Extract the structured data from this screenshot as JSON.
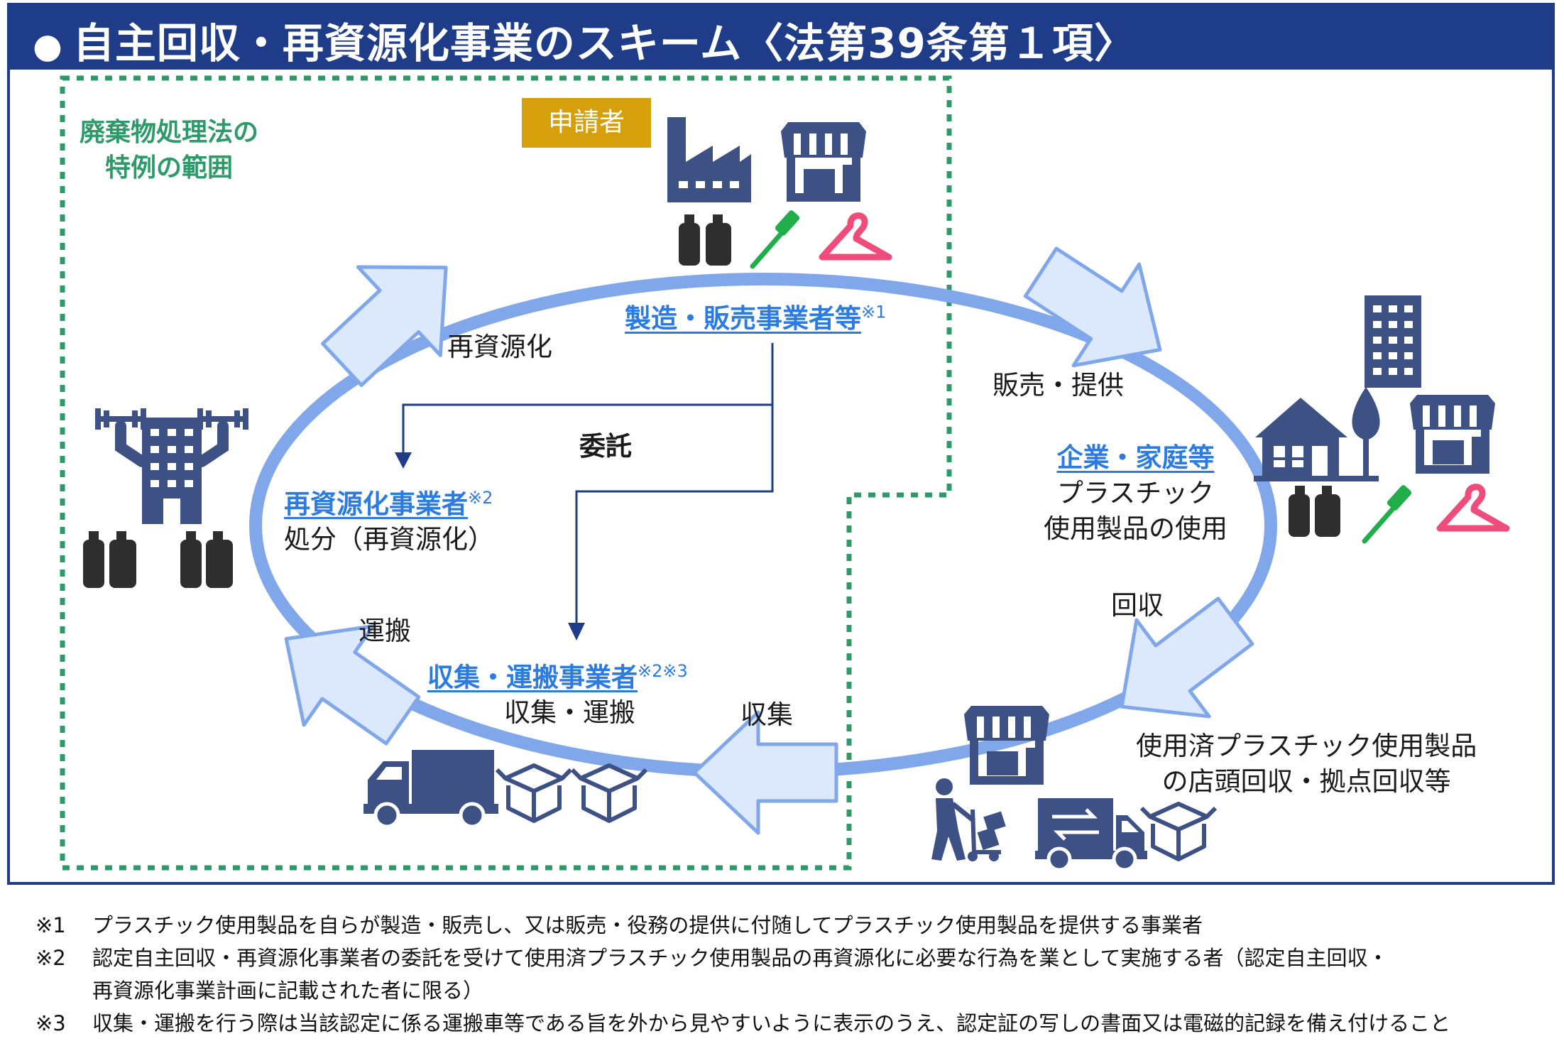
{
  "header": {
    "title": "自主回収・再資源化事業のスキーム〈法第39条第１項〉"
  },
  "special_area_label": [
    "廃棄物処理法の",
    "特例の範囲"
  ],
  "applicant_label": "申請者",
  "nodes": {
    "manufacturer": {
      "name": "製造・販売事業者等",
      "note_mark": "※1"
    },
    "recycler": {
      "name": "再資源化事業者",
      "note_mark": "※2",
      "desc": "処分（再資源化）"
    },
    "collector": {
      "name": "収集・運搬事業者",
      "note_mark": "※2※3",
      "desc": "収集・運搬"
    },
    "consumer": {
      "name": "企業・家庭等",
      "desc_lines": [
        "プラスチック",
        "使用製品の使用"
      ]
    }
  },
  "labels": {
    "recycling": "再資源化",
    "sale": "販売・提供",
    "entrust": "委託",
    "transport": "運搬",
    "collect_return": "回収",
    "collection": "収集",
    "store_collection": [
      "使用済プラスチック使用製品",
      "の店頭回収・拠点回収等"
    ]
  },
  "footnotes": [
    {
      "mark": "※1",
      "lines": [
        "プラスチック使用製品を自らが製造・販売し、又は販売・役務の提供に付随してプラスチック使用製品を提供する事業者"
      ]
    },
    {
      "mark": "※2",
      "lines": [
        "認定自主回収・再資源化事業者の委託を受けて使用済プラスチック使用製品の再資源化に必要な行為を業として実施する者（認定自主回収・",
        "再資源化事業計画に記載された者に限る）"
      ]
    },
    {
      "mark": "※3",
      "lines": [
        "収集・運搬を行う際は当該認定に係る運搬車等である旨を外から見やすいように表示のうえ、認定証の写しの書面又は電磁的記録を備え付けること"
      ]
    }
  ],
  "icons": [
    "factory-icon",
    "store-icon",
    "bottles-icon",
    "toothbrush-icon",
    "hanger-icon",
    "office-building-icon",
    "house-icon",
    "tree-icon",
    "recycling-plant-icon",
    "truck-icon",
    "box-icon",
    "worker-cart-icon",
    "exchange-truck-icon"
  ],
  "colors": {
    "header": "#1f3c88",
    "icon": "#3d5185",
    "cycle": "#7fa7ea",
    "arrow_fill": "#dce8fb",
    "green": "#2e9a6a",
    "applicant": "#d69f0c",
    "accent_blue": "#2b7be0",
    "toothbrush": "#1fae4a",
    "hanger": "#ef4c7c"
  }
}
